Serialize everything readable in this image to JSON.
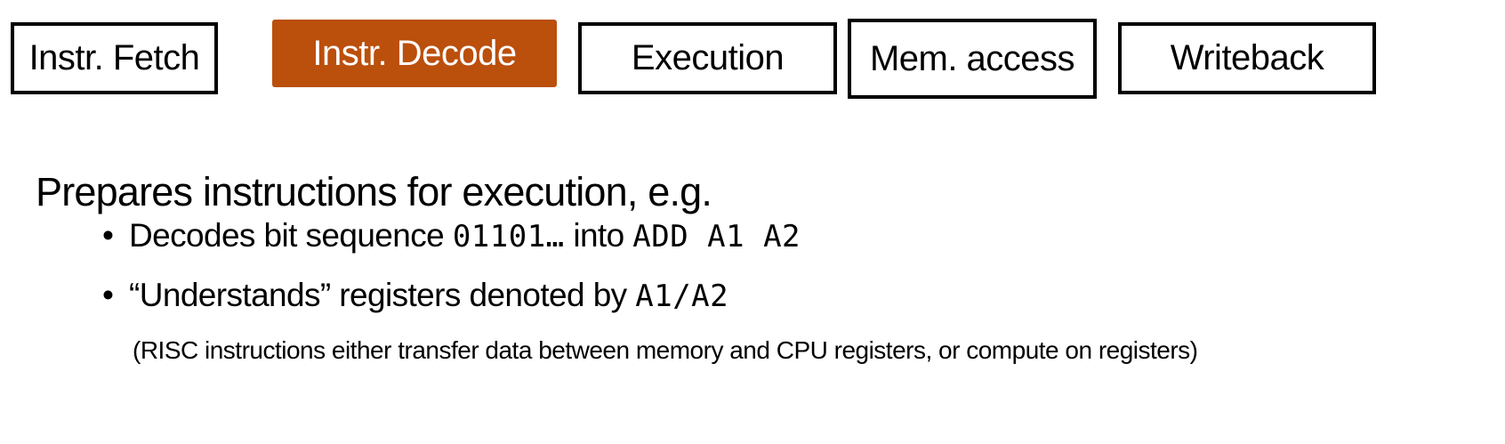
{
  "pipeline": {
    "stages": [
      {
        "label": "Instr. Fetch",
        "active": false
      },
      {
        "label": "Instr. Decode",
        "active": true
      },
      {
        "label": "Execution",
        "active": false
      },
      {
        "label": "Mem. access",
        "active": false
      },
      {
        "label": "Writeback",
        "active": false
      }
    ],
    "active_color": "#bb4f0c"
  },
  "content": {
    "heading": "Prepares instructions for execution, e.g.",
    "bullets": [
      {
        "prefix": "Decodes bit sequence ",
        "code1": "01101…",
        "middle": " into ",
        "code2": "ADD A1 A2"
      },
      {
        "prefix": "“Understands” registers denoted by ",
        "code1": "A1/A2"
      }
    ],
    "note": "(RISC instructions either transfer data between memory and CPU registers, or compute on registers)"
  }
}
